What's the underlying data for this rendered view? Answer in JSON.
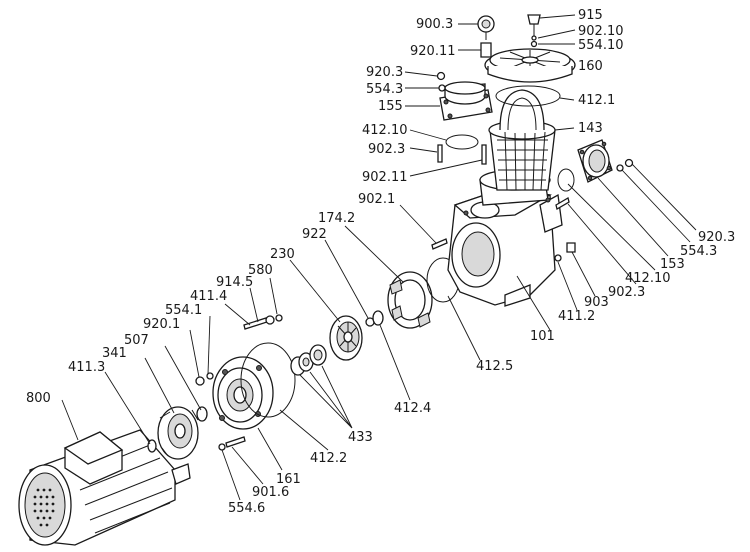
{
  "labels": {
    "l_900_3": "900.3",
    "l_915": "915",
    "l_902_10": "902.10",
    "l_554_10": "554.10",
    "l_920_11": "920.11",
    "l_160": "160",
    "l_920_3_top": "920.3",
    "l_554_3_top": "554.3",
    "l_155": "155",
    "l_412_1": "412.1",
    "l_412_10_top": "412.10",
    "l_143": "143",
    "l_902_3_top": "902.3",
    "l_902_11": "902.11",
    "l_902_1": "902.1",
    "l_174_2": "174.2",
    "l_922": "922",
    "l_230": "230",
    "l_580": "580",
    "l_914_5": "914.5",
    "l_411_4": "411.4",
    "l_554_1": "554.1",
    "l_920_1": "920.1",
    "l_507": "507",
    "l_341": "341",
    "l_411_3": "411.3",
    "l_800": "800",
    "l_920_3_right": "920.3",
    "l_554_3_right": "554.3",
    "l_153": "153",
    "l_412_10_right": "412.10",
    "l_902_3_right": "902.3",
    "l_903": "903",
    "l_411_2": "411.2",
    "l_101": "101",
    "l_412_5": "412.5",
    "l_412_4": "412.4",
    "l_433": "433",
    "l_412_2": "412.2",
    "l_161": "161",
    "l_901_6": "901.6",
    "l_554_6": "554.6"
  }
}
